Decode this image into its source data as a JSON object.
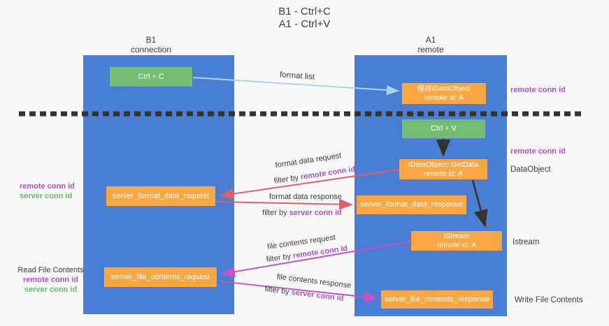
{
  "title": {
    "line1": "B1 - Ctrl+C",
    "line2": "A1 - Ctrl+V"
  },
  "columns": {
    "left": {
      "header_line1": "B1",
      "header_line2": "connection"
    },
    "right": {
      "header_line1": "A1",
      "header_line2": "remote"
    }
  },
  "boxes": {
    "ctrl_c": {
      "label": "Ctrl + C"
    },
    "save_dataobject": {
      "line1": "保存IDataObject",
      "line2": "remote id: A"
    },
    "ctrl_v": {
      "label": "Ctrl + V"
    },
    "getdata": {
      "line1": "IDataObject::GetData",
      "line2": "remote id: A"
    },
    "server_format_data_request": {
      "label": "server_format_data_request"
    },
    "server_format_data_response": {
      "label": "server_format_data_response"
    },
    "istream": {
      "line1": "IStream",
      "line2": "remote id: A"
    },
    "server_file_contents_request": {
      "label": "server_file_contents_request"
    },
    "server_file_contents_response": {
      "label": "server_file_contents_response"
    }
  },
  "arrow_labels": {
    "format_list": "format list",
    "format_data_request": "format data request",
    "format_data_response": "format data response",
    "file_contents_request": "file contents request",
    "file_contents_response": "file contents response",
    "filter_by": "filter by ",
    "remote_conn_id": "remote conn id",
    "server_conn_id": "server conn id"
  },
  "side_labels": {
    "remote_conn_id_top": "remote conn id",
    "remote_conn_id_mid": "remote conn id",
    "dataobject": "DataObject",
    "istream": "Istream",
    "write_file_contents": "Write File Contents",
    "left_remote_conn_id": "remote conn id",
    "left_server_conn_id": "server conn id",
    "read_file_contents": "Read File Contents",
    "read_remote_conn_id": "remote conn id",
    "read_server_conn_id": "server conn id"
  },
  "colors": {
    "bg": "#f8f8f8",
    "blue": "#4a7ed2",
    "orange": "#f9a644",
    "green": "#72bd72",
    "red": "#e0606a",
    "magenta": "#c653c6",
    "lightblue": "#a9d4f1",
    "purple": "#b04fc8",
    "greentext": "#68ba68",
    "dark": "#3d3d3d"
  }
}
